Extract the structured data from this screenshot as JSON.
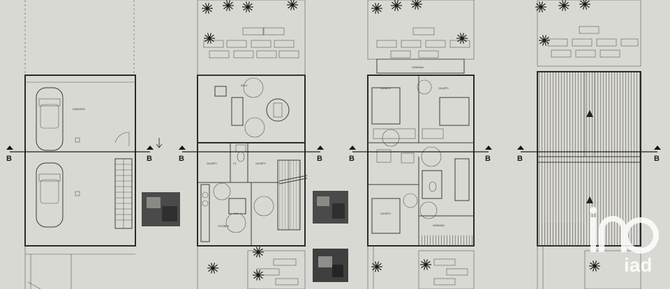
{
  "section_labels": [
    "B",
    "B",
    "B",
    "B",
    "B",
    "B",
    "B",
    "B"
  ],
  "rooms": {
    "garagem": "GARAGEM",
    "sala": "SALA",
    "quarto1": "QUARTO",
    "wc": "I.S.",
    "quarto2": "QUARTO",
    "cozinha": "COZINHA",
    "varanda": "VARANDA",
    "quarto3": "QUARTO",
    "quarto4": "QUARTO",
    "quarto5": "QUARTO",
    "varanda2": "VARANDA"
  },
  "watermark": {
    "text": "iad"
  },
  "colors": {
    "paper": "#d9d9d4",
    "ink": "#2a2a2a",
    "watermark": "#ffffff"
  }
}
